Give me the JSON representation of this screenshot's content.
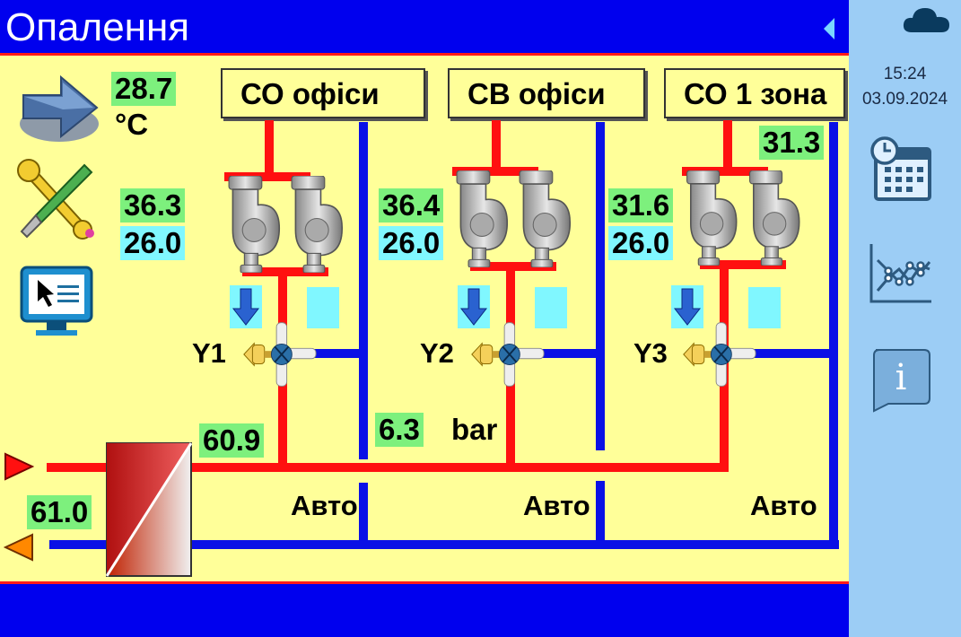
{
  "header": {
    "title": "Опалення"
  },
  "status": {
    "time": "15:24",
    "date": "03.09.2024"
  },
  "outdoor": {
    "temp": "28.7",
    "unit": "°C"
  },
  "zones": [
    {
      "name": "СО офіси",
      "valve": "Y1",
      "supply": "36.3",
      "setpoint": "26.0",
      "mode": "Авто"
    },
    {
      "name": "СВ офіси",
      "valve": "Y2",
      "supply": "36.4",
      "setpoint": "26.0",
      "mode": "Авто"
    },
    {
      "name": "СО 1 зона",
      "valve": "Y3",
      "supply": "31.6",
      "setpoint": "26.0",
      "mode": "Авто",
      "extra": "31.3"
    }
  ],
  "pressure": {
    "value": "6.3",
    "unit": "bar"
  },
  "supply_temp": "60.9",
  "return_temp": "61.0",
  "icons": [
    "arrow-icon",
    "tools-icon",
    "monitor-icon",
    "cloud-icon",
    "calendar-icon",
    "chart-icon",
    "info-icon"
  ],
  "colors": {
    "hot": "#ff1010",
    "cold": "#0a10e6",
    "panel": "#ffff99",
    "value_bg": "#7df07d",
    "setpoint_bg": "#80f7ff"
  }
}
